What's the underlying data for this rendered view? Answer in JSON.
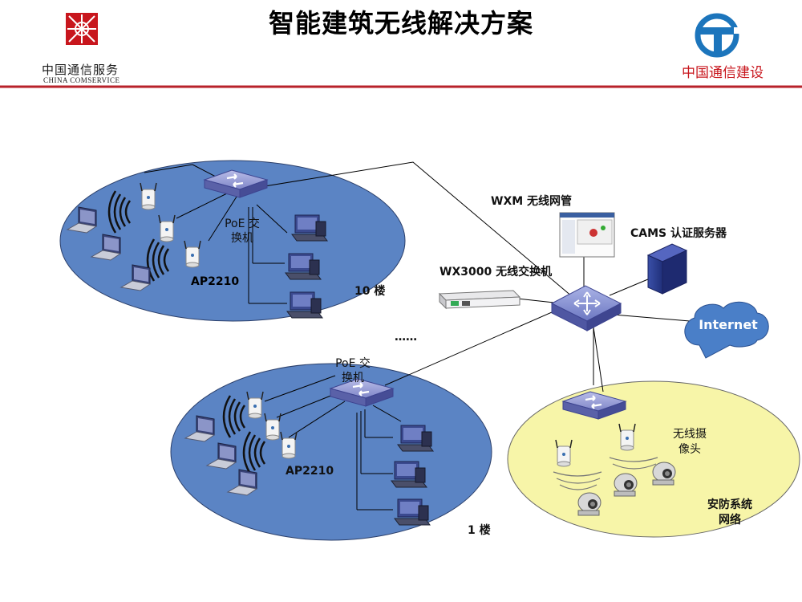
{
  "header": {
    "title": "智能建筑无线解决方案",
    "left_logo_cn": "中国通信服务",
    "left_logo_en": "CHINA COMSERVICE",
    "right_logo_cn": "中国通信建设"
  },
  "floor_top": {
    "switch_label": "PoE 交\n换机",
    "ap_label": "AP2210",
    "floor_label": "10 楼"
  },
  "floor_bottom": {
    "switch_label": "PoE 交\n换机",
    "ap_label": "AP2210",
    "floor_label": "1 楼"
  },
  "core": {
    "wxm_label": "WXM 无线网管",
    "cams_label": "CAMS 认证服务器",
    "wx3000_label": "WX3000 无线交换机",
    "internet_label": "Internet",
    "dots_label": "……"
  },
  "security": {
    "camera_label": "无线摄\n像头",
    "system_label": "安防系统\n网络"
  },
  "colors": {
    "floor_fill": "#5b84c4",
    "security_fill": "#f7f5a8",
    "brand_red": "#c8161d",
    "brand_blue": "#1c75bc"
  }
}
